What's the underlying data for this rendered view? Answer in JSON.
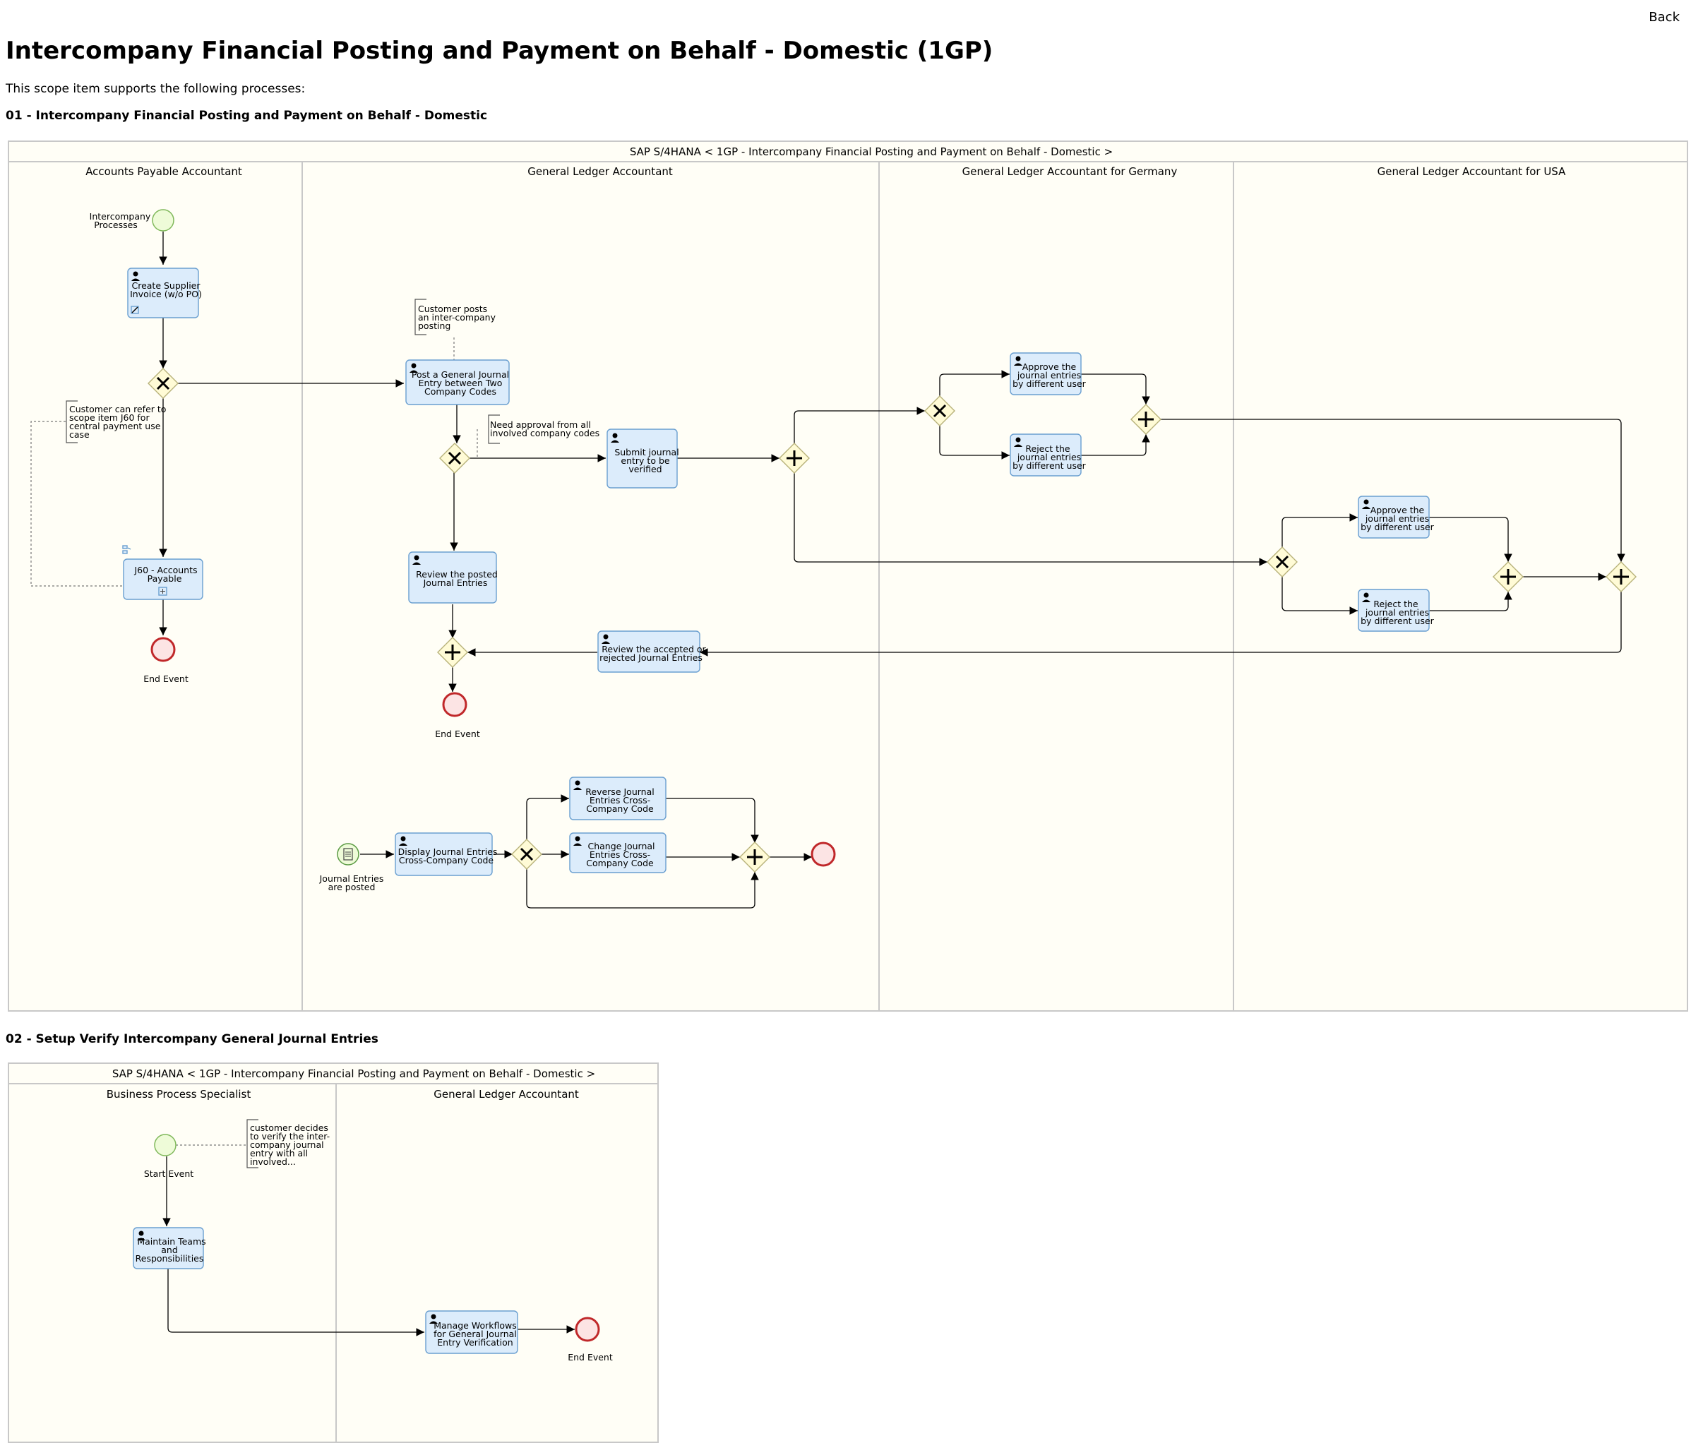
{
  "nav": {
    "back": "Back"
  },
  "page": {
    "title": "Intercompany Financial Posting and Payment on Behalf - Domestic (1GP)",
    "intro": "This scope item supports the following processes:"
  },
  "process1": {
    "heading": "01 - Intercompany Financial Posting and Payment on Behalf - Domestic",
    "pool": "SAP S/4HANA < 1GP - Intercompany Financial Posting and Payment on Behalf - Domestic >",
    "lanes": [
      "Accounts Payable Accountant",
      "General Ledger Accountant",
      "General Ledger Accountant for Germany",
      "General Ledger Accountant for USA"
    ],
    "events": {
      "start_intercompany": [
        "Intercompany",
        "Processes"
      ],
      "end_ap": [
        "End Event"
      ],
      "end_gl": [
        "End Event"
      ],
      "start_journal": [
        "Journal Entries",
        "are posted"
      ]
    },
    "tasks": {
      "create_invoice": [
        "Create Supplier",
        "Invoice (w/o PO)"
      ],
      "j60": [
        "J60 - Accounts",
        "Payable"
      ],
      "post_gj": [
        "Post a General Journal",
        "Entry between Two",
        "Company Codes"
      ],
      "submit": [
        "Submit journal",
        "entry to be",
        "verified"
      ],
      "review_posted": [
        "Review the posted",
        "Journal Entries"
      ],
      "review_accepted": [
        "Review the accepted or",
        "rejected Journal Entries"
      ],
      "approve_de": [
        "Approve the",
        "journal entries",
        "by different user"
      ],
      "reject_de": [
        "Reject the",
        "journal entries",
        "by different user"
      ],
      "approve_us": [
        "Approve the",
        "journal entries",
        "by different user"
      ],
      "reject_us": [
        "Reject the",
        "journal entries",
        "by different user"
      ],
      "display": [
        "Display Journal Entries",
        "Cross-Company Code"
      ],
      "reverse": [
        "Reverse Journal",
        "Entries Cross-",
        "Company Code"
      ],
      "change": [
        "Change Journal",
        "Entries Cross-",
        "Company Code"
      ]
    },
    "notes": {
      "customer_posts": [
        "Customer posts",
        "an inter-company",
        "posting"
      ],
      "refer_j60": [
        "Customer can refer to",
        "scope item J60 for",
        "central payment use",
        "case"
      ],
      "need_approval": [
        "Need approval from all",
        "involved company codes"
      ]
    }
  },
  "process2": {
    "heading": "02 - Setup Verify Intercompany General Journal Entries",
    "pool": "SAP S/4HANA < 1GP - Intercompany Financial Posting and Payment on Behalf - Domestic >",
    "lanes": [
      "Business Process Specialist",
      "General Ledger Accountant"
    ],
    "events": {
      "start": [
        "Start Event"
      ],
      "end": [
        "End Event"
      ]
    },
    "tasks": {
      "maintain": [
        "Maintain Teams",
        "and",
        "Responsibilities"
      ],
      "manage": [
        "Manage Workflows",
        "for General Journal",
        "Entry Verification"
      ]
    },
    "notes": {
      "customer_decides": [
        "customer decides",
        "to verify the inter-",
        "company journal",
        "entry with all",
        "involved..."
      ]
    }
  }
}
